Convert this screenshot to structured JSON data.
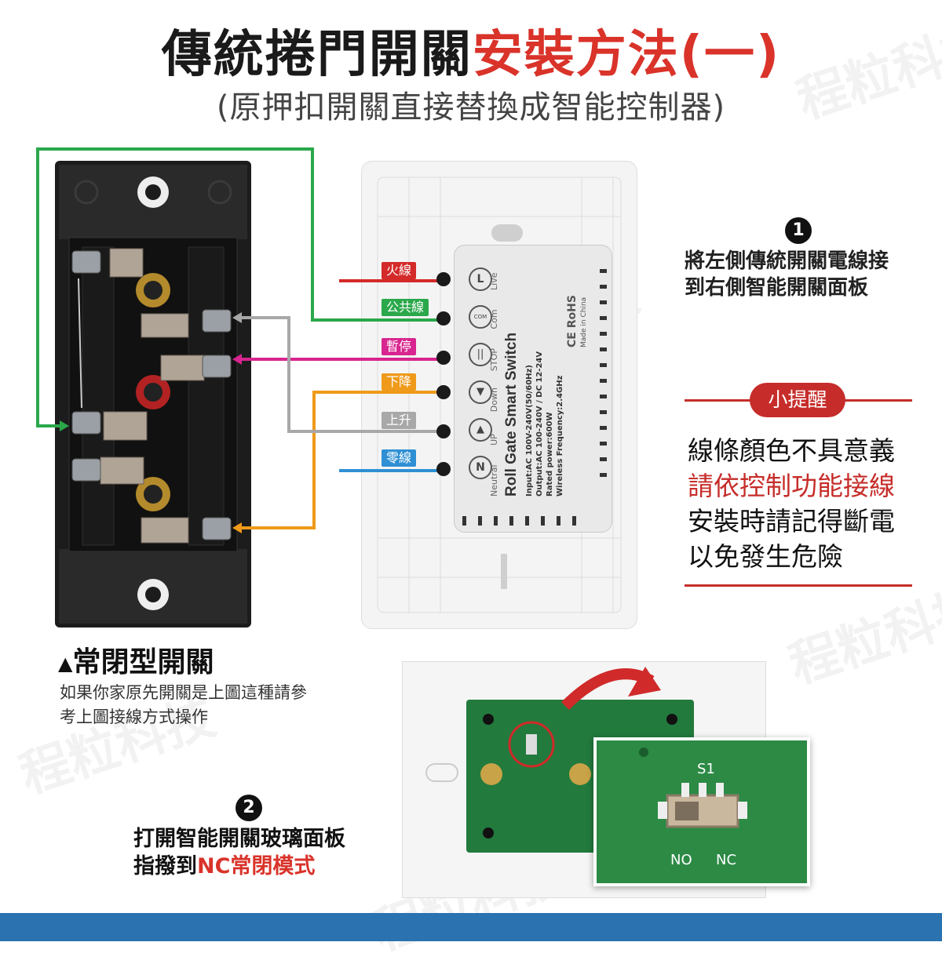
{
  "title": {
    "part_black": "傳統捲門開關",
    "part_red": "安裝方法(一)",
    "subtitle": "(原押扣開關直接替換成智能控制器)"
  },
  "watermark": "程粒科技",
  "wires": [
    {
      "label": "火線",
      "color": "#d42a2a"
    },
    {
      "label": "公共線",
      "color": "#2aa84a"
    },
    {
      "label": "暫停",
      "color": "#d8258f"
    },
    {
      "label": "下降",
      "color": "#ef9a1a"
    },
    {
      "label": "上升",
      "color": "#a8a8a8"
    },
    {
      "label": "零線",
      "color": "#2f8fd4"
    }
  ],
  "module": {
    "terminals": [
      "L",
      "COM",
      "STOP",
      "Down",
      "UP",
      "N"
    ],
    "terminal_texts": [
      "Live",
      "Com",
      "STOP",
      "Down",
      "UP",
      "Neutral"
    ],
    "product_name": "Roll Gate Smart Switch",
    "spec_lines": [
      "Input:AC 100V-240V(50/60Hz)",
      "Output:AC 100-240V / DC 12-24V",
      "Rated power:600W",
      "Wireless Frequency:2.4GHz"
    ],
    "certs": "CE RoHS",
    "made_in": "Made in China"
  },
  "step1": {
    "number": "1",
    "lines": [
      "將左側傳統開關電線接",
      "到右側智能開關面板"
    ]
  },
  "tip": {
    "badge": "小提醒",
    "lines": [
      "線條顏色不具意義",
      "請依控制功能接線",
      "安裝時請記得斷電",
      "以免發生危險"
    ]
  },
  "caption": {
    "marker": "▲",
    "title": "常閉型開關",
    "desc": "如果你家原先開關是上圖這種請參考上圖接線方式操作"
  },
  "step2": {
    "number": "2",
    "line1": "打開智能開關玻璃面板",
    "line2_prefix": "指撥到",
    "line2_highlight": "NC常閉模式"
  },
  "pcb": {
    "switch_label": "S1",
    "no": "NO",
    "nc": "NC"
  },
  "colors": {
    "accent_red": "#d9332a",
    "bottom_bar": "#2a72b0"
  }
}
